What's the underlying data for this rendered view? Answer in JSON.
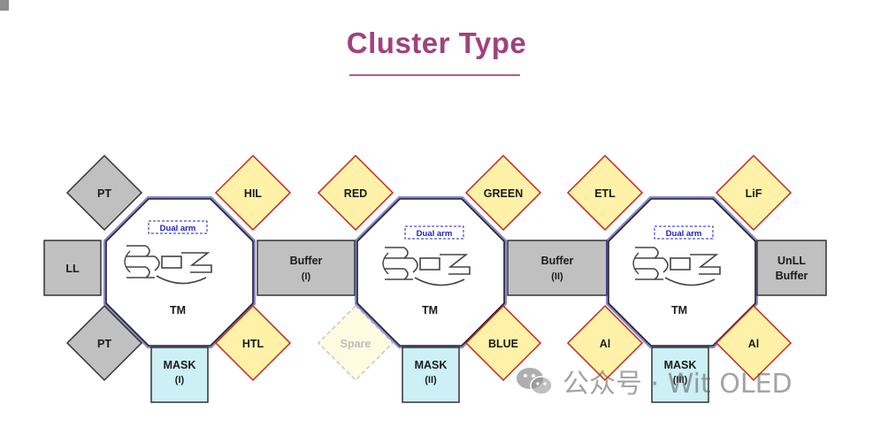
{
  "title": "Cluster Type",
  "colors": {
    "title": "#a0417e",
    "gray_module": "#c0c0c0",
    "yellow_module": "#fff2a8",
    "yellow_border": "#c8261e",
    "mask_fill": "#cdeff6",
    "link_blue": "#3636b8"
  },
  "clusters": [
    {
      "center_label": "TM",
      "arm_label": "Dual arm",
      "modules": [
        {
          "name": "pt-top",
          "label": "PT",
          "kind": "gray-diamond"
        },
        {
          "name": "hil",
          "label": "HIL",
          "kind": "yellow-diamond"
        },
        {
          "name": "ll",
          "label": "LL",
          "kind": "gray-rect"
        },
        {
          "name": "pt-bottom",
          "label": "PT",
          "kind": "gray-diamond"
        },
        {
          "name": "htl",
          "label": "HTL",
          "kind": "yellow-diamond"
        },
        {
          "name": "mask-1",
          "label": "MASK",
          "sublabel": "(I)",
          "kind": "mask"
        }
      ]
    },
    {
      "center_label": "TM",
      "arm_label": "Dual arm",
      "modules": [
        {
          "name": "red",
          "label": "RED",
          "kind": "yellow-diamond"
        },
        {
          "name": "green",
          "label": "GREEN",
          "kind": "yellow-diamond"
        },
        {
          "name": "spare",
          "label": "Spare",
          "kind": "spare-diamond"
        },
        {
          "name": "blue",
          "label": "BLUE",
          "kind": "yellow-diamond"
        },
        {
          "name": "mask-2",
          "label": "MASK",
          "sublabel": "(II)",
          "kind": "mask"
        }
      ]
    },
    {
      "center_label": "TM",
      "arm_label": "Dual arm",
      "modules": [
        {
          "name": "etl",
          "label": "ETL",
          "kind": "yellow-diamond"
        },
        {
          "name": "lif",
          "label": "LiF",
          "kind": "yellow-diamond"
        },
        {
          "name": "unll",
          "label": "UnLL",
          "sublabel": "Buffer",
          "kind": "gray-rect"
        },
        {
          "name": "al-left",
          "label": "Al",
          "kind": "yellow-diamond"
        },
        {
          "name": "al-right",
          "label": "Al",
          "kind": "yellow-diamond"
        },
        {
          "name": "mask-3",
          "label": "MASK",
          "sublabel": "(III)",
          "kind": "mask"
        }
      ]
    }
  ],
  "buffers": [
    {
      "label": "Buffer",
      "sublabel": "(I)"
    },
    {
      "label": "Buffer",
      "sublabel": "(II)"
    }
  ],
  "watermark": {
    "text": "公众号 · Wit OLED",
    "icon": "wechat-icon"
  }
}
